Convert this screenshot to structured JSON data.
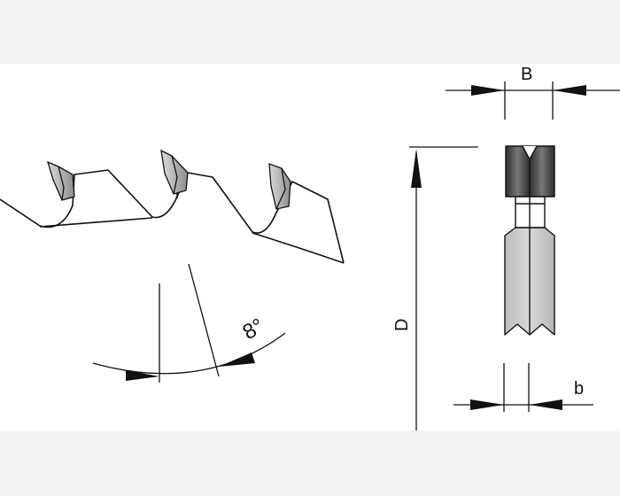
{
  "labels": {
    "angle": "8°",
    "body_width": "B",
    "diameter": "D",
    "kerf": "b"
  },
  "colors": {
    "background": "#ffffff",
    "band": "#f3f3f3",
    "line": "#111111",
    "tip_dark": "#3f3f3f",
    "tip_light": "#c9c9c9",
    "body_grey": "#c4c4c4",
    "body_shade": "#adadad"
  }
}
